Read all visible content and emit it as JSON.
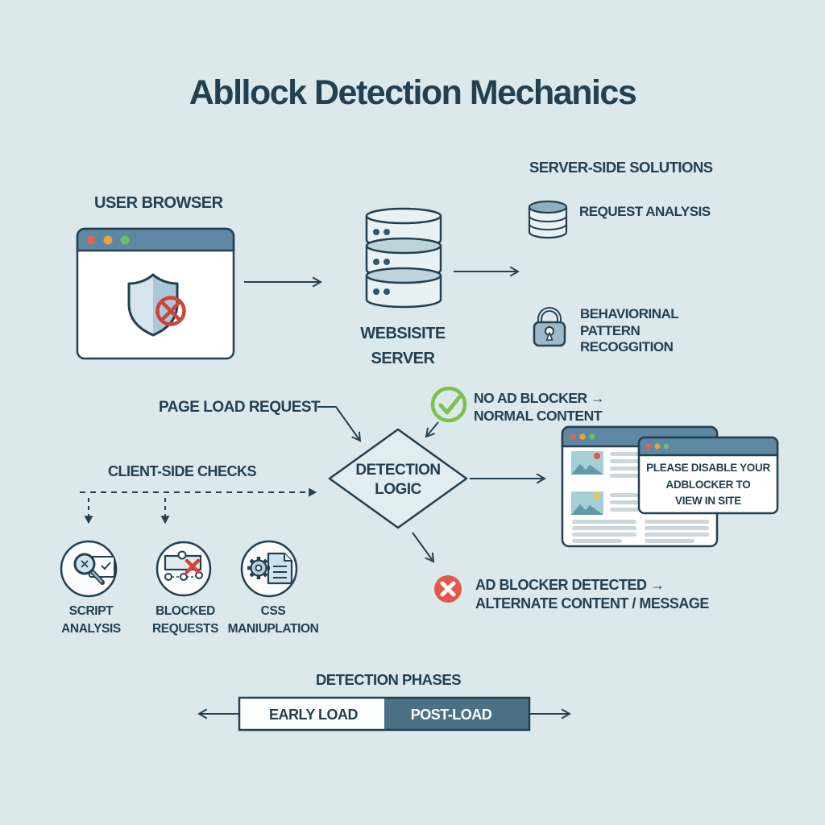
{
  "title": "Abllock Detection Mechanics",
  "user_browser": {
    "label": "USER BROWSER"
  },
  "website_server": {
    "label": [
      "WEBSISITE",
      "SERVER"
    ]
  },
  "server_side": {
    "heading": "SERVER-SIDE SOLUTIONS",
    "request_analysis": "REQUEST ANALYSIS",
    "behavioral": [
      "BEHAVIORINAL",
      "PATTERN",
      "RECOGGITION"
    ]
  },
  "flow": {
    "page_load_request": "PAGE LOAD REQUEST",
    "detection_logic": [
      "DETECTION",
      "LOGIC"
    ],
    "no_ad_blocker": [
      "NO AD BLOCKER →",
      "NORMAL CONTENT"
    ],
    "ad_blocker_detected": [
      "AD BLOCKER DETECTED →",
      "ALTERNATE CONTENT / MESSAGE"
    ]
  },
  "client_side": {
    "heading": "CLIENT-SIDE CHECKS",
    "checks": [
      {
        "icon": "script-magnifier-icon",
        "label": [
          "SCRIPT",
          "ANALYSIS"
        ]
      },
      {
        "icon": "blocked-network-icon",
        "label": [
          "BLOCKED",
          "REQUESTS"
        ]
      },
      {
        "icon": "gear-document-icon",
        "label": [
          "CSS",
          "MANIUPLATION"
        ]
      }
    ]
  },
  "result_popup": {
    "message": [
      "PLEASE DISABLE YOUR",
      "ADBLOCKER TO",
      "VIEW IN SITE"
    ]
  },
  "phases": {
    "heading": "DETECTION PHASES",
    "segments": [
      {
        "label": "EARLY LOAD",
        "fill": "#fdfefe",
        "text_color": "#24404f"
      },
      {
        "label": "POST-LOAD",
        "fill": "#4c7185",
        "text_color": "#ffffff"
      }
    ]
  },
  "colors": {
    "background": "#dbe9ed",
    "ink": "#24404f",
    "window_titlebar": "#5d87a3",
    "dot_red": "#d96459",
    "dot_orange": "#e9a23b",
    "dot_green": "#67bf6b",
    "success_green": "#7cc14e",
    "error_red": "#e4574b",
    "shield_light": "#d5e4ee",
    "shield_dark": "#abc8da",
    "post_load_fill": "#4c7185"
  }
}
